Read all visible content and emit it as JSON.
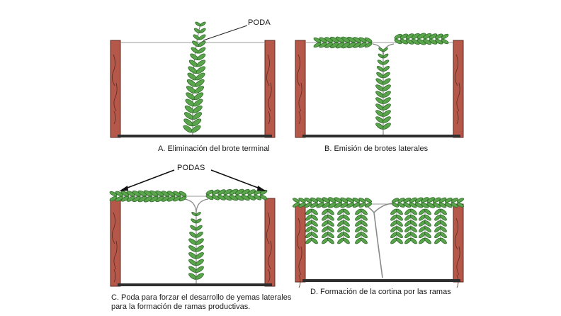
{
  "callouts": {
    "poda": "PODA",
    "podas": "PODAS"
  },
  "captions": {
    "a": "A. Eliminación del brote terminal",
    "b": "B. Emisión de brotes laterales",
    "c_line1": "C. Poda para forzar el desarrollo de yemas laterales",
    "c_line2": "para la formación de ramas productivas.",
    "d": "D. Formación de la cortina por las ramas"
  },
  "colors": {
    "leaf": "#5aa54c",
    "leaf_edge": "#2f6b2a",
    "post": "#b5584a",
    "post_edge": "#5a2a20",
    "ground": "#2e2e2e",
    "wire": "#9a9a9a",
    "stem": "#8a8a8a"
  }
}
